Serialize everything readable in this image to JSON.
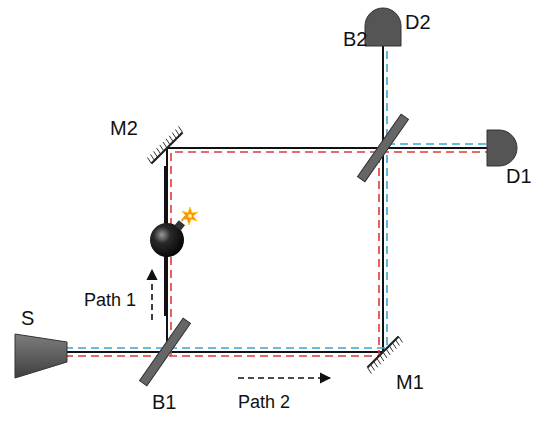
{
  "diagram": {
    "nodes": [
      {
        "text": [
          "S"
        ]
      },
      {
        "text": [
          "B1"
        ]
      },
      {
        "text": [
          "M2"
        ]
      },
      {
        "text": [
          "M1"
        ]
      },
      {
        "text": [
          "B2"
        ]
      },
      {
        "text": [
          "D1"
        ]
      },
      {
        "text": [
          "D2"
        ]
      }
    ],
    "edges": [
      {
        "from": 0,
        "to": 1,
        "arrow": "none"
      },
      {
        "from": 1,
        "to": 2,
        "arrow": "none"
      },
      {
        "from": 1,
        "to": 3,
        "arrow": "none"
      },
      {
        "from": 2,
        "to": 4,
        "arrow": "none"
      },
      {
        "from": 3,
        "to": 4,
        "arrow": "none"
      },
      {
        "from": 4,
        "to": 5,
        "arrow": "none"
      },
      {
        "from": 4,
        "to": 6,
        "arrow": "none"
      }
    ],
    "labels": [
      "Path 1",
      "Path 2"
    ]
  }
}
